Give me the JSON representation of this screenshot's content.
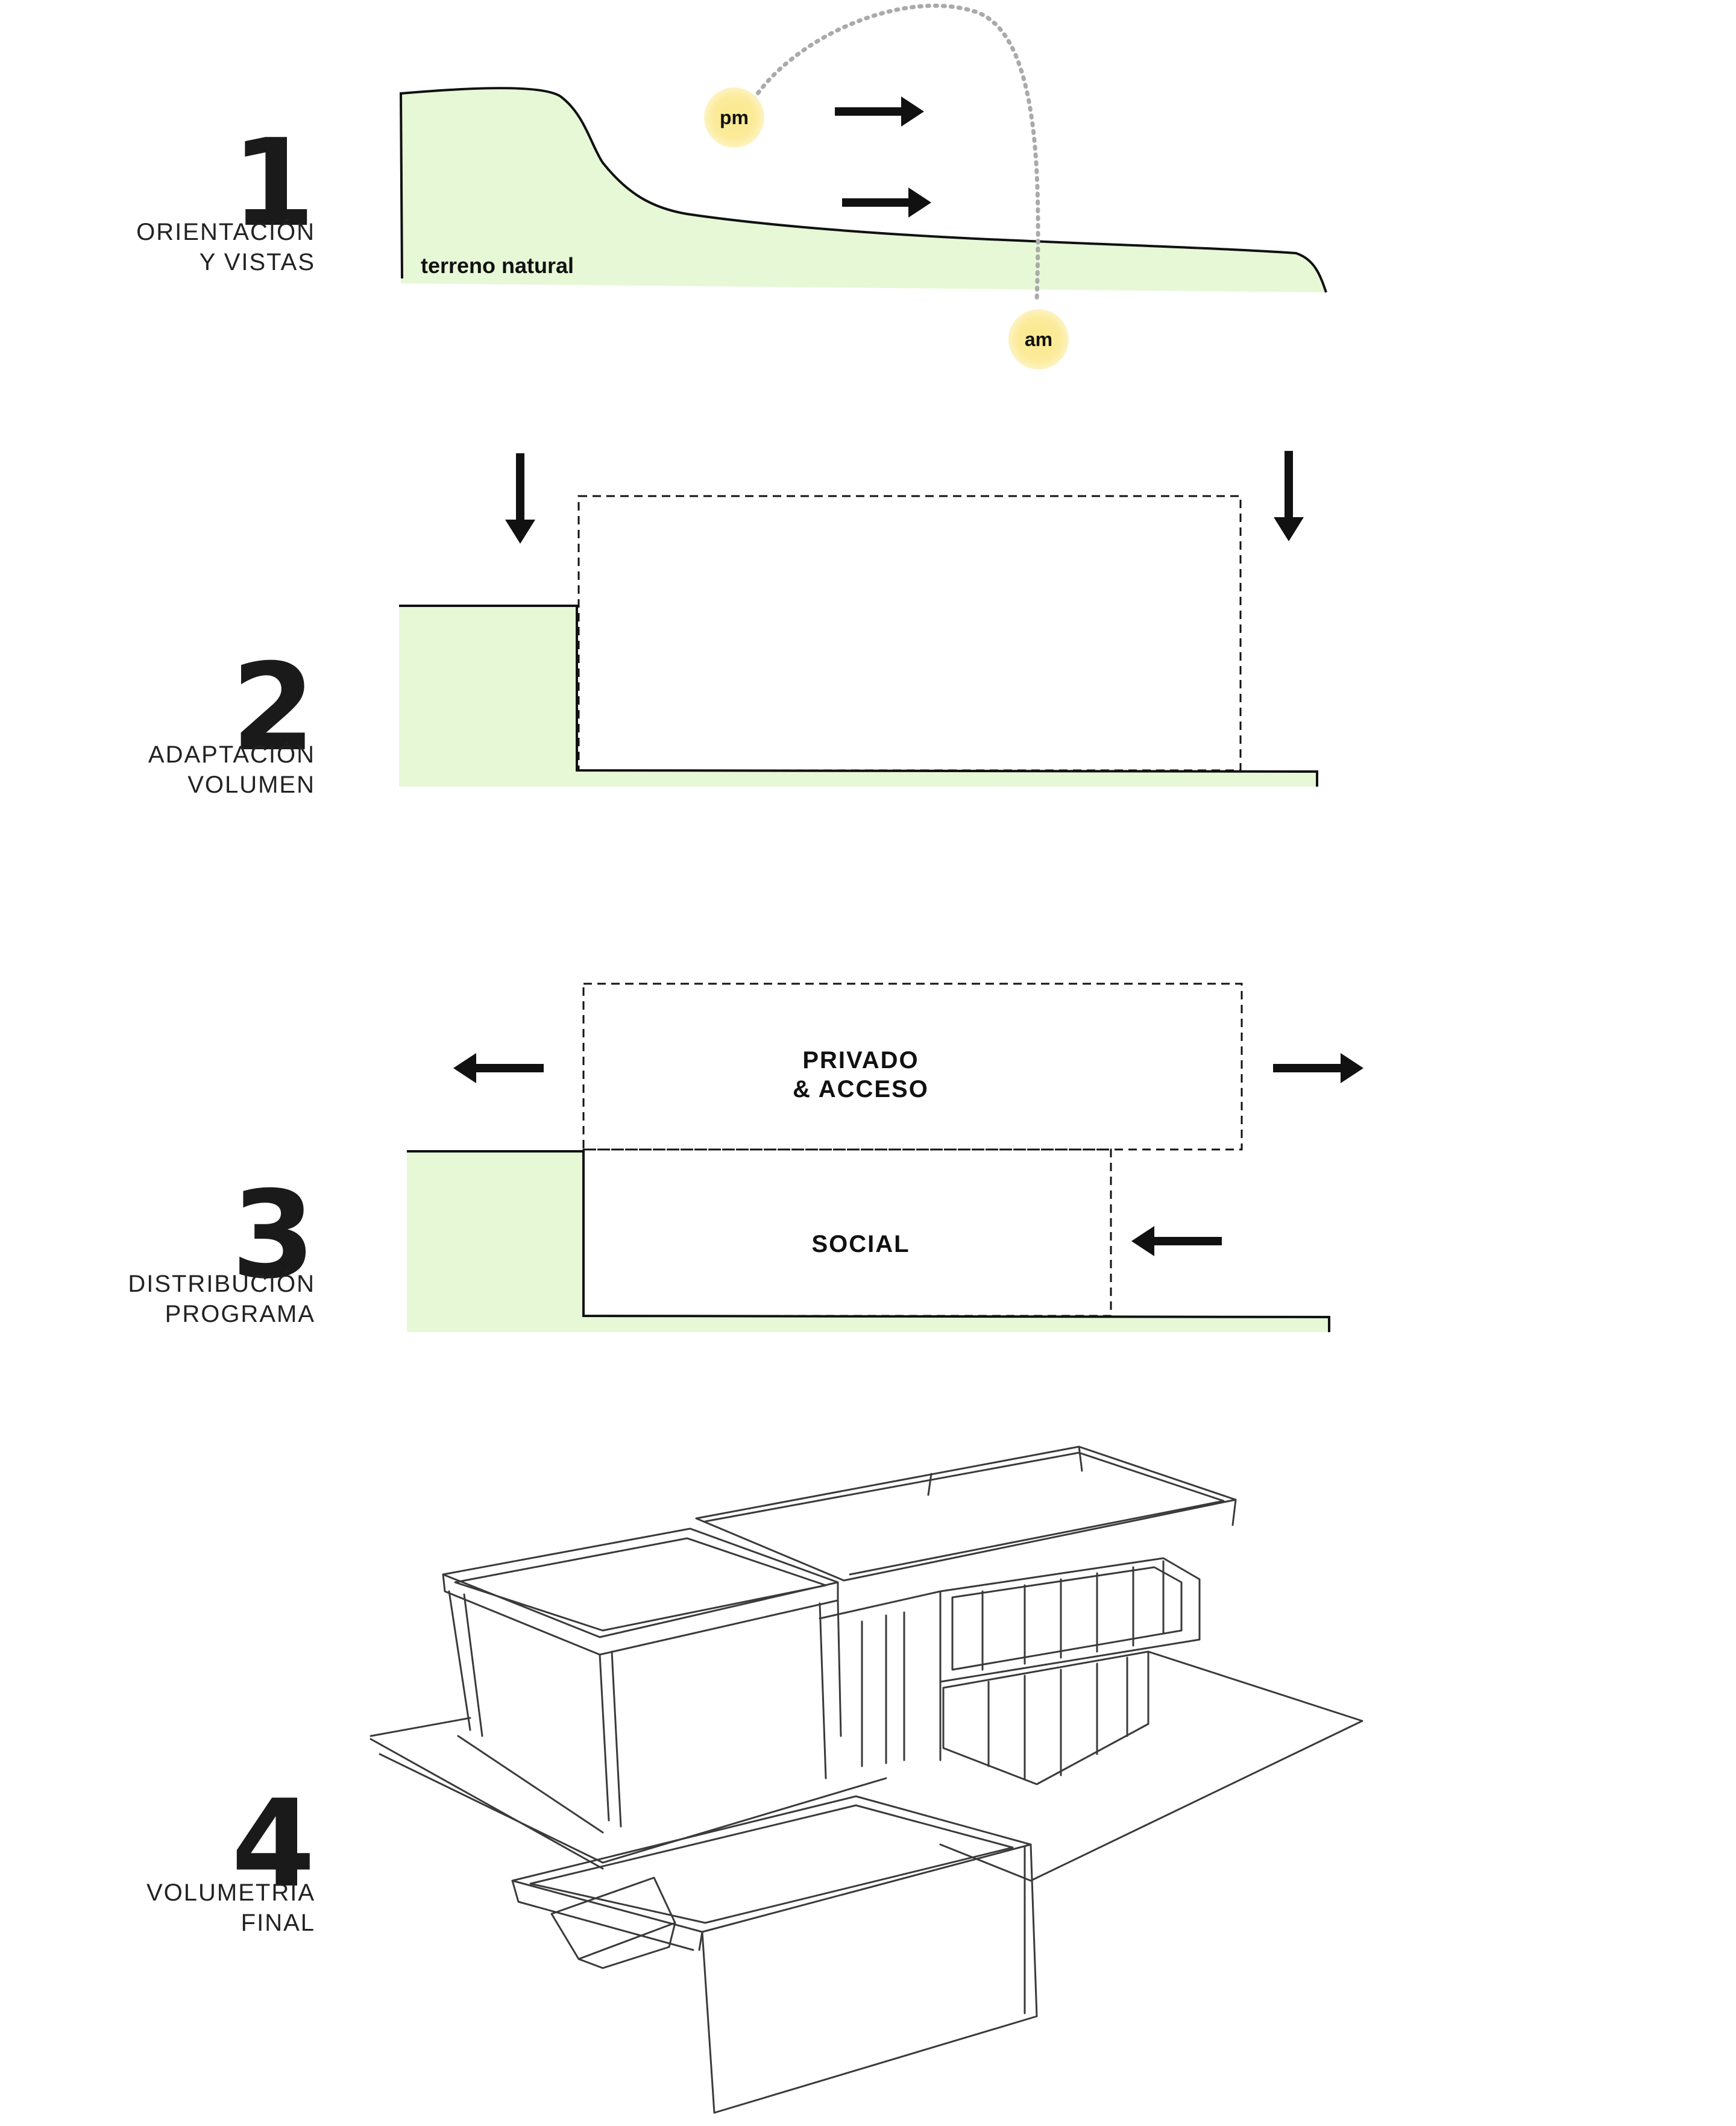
{
  "colors": {
    "terrain": "#e6f8d6",
    "sun": "#fbeb9a",
    "ink": "#111111"
  },
  "steps": [
    {
      "number": "1",
      "label_line1": "ORIENTACIÓN",
      "label_line2": "Y VISTAS",
      "terrain_label": "terreno natural",
      "sun_pm": "pm",
      "sun_am": "am"
    },
    {
      "number": "2",
      "label_line1": "ADAPTACIÓN",
      "label_line2": "VOLUMEN"
    },
    {
      "number": "3",
      "label_line1": "DISTRIBUCIÓN",
      "label_line2": "PROGRAMA",
      "upper_volume_line1": "PRIVADO",
      "upper_volume_line2": "& ACCESO",
      "lower_volume": "SOCIAL"
    },
    {
      "number": "4",
      "label_line1": "VOLUMETRIA",
      "label_line2": "FINAL"
    }
  ]
}
